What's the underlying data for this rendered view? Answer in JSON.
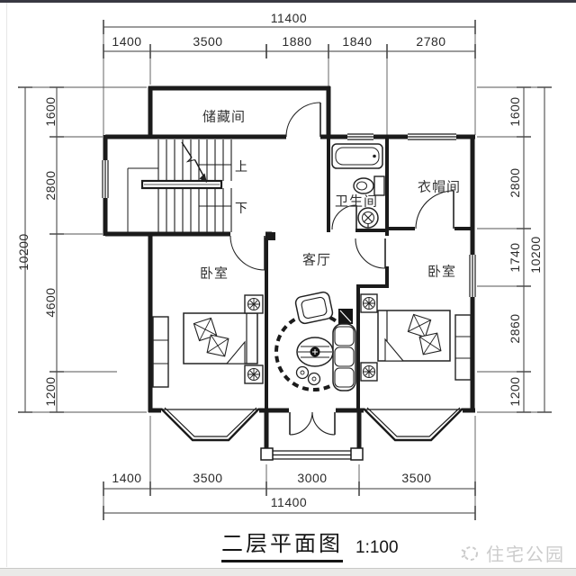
{
  "title_block": {
    "title": "二层平面图",
    "scale": "1:100"
  },
  "watermark": {
    "text": "住宅公园"
  },
  "rooms": {
    "storage": "储藏间",
    "bathroom": "卫生间",
    "cloakroom": "衣帽间",
    "bedroom_left": "卧室",
    "living_room": "客厅",
    "bedroom_right": "卧室"
  },
  "stairs": {
    "up": "上",
    "down": "下"
  },
  "dimensions": {
    "top": {
      "total": "11400",
      "segments": [
        "1400",
        "3500",
        "1880",
        "1840",
        "2780"
      ]
    },
    "bottom": {
      "total": "11400",
      "segments": [
        "1400",
        "3500",
        "3000",
        "3500"
      ]
    },
    "left": {
      "total": "10200",
      "segments": [
        "1600",
        "2800",
        "4600",
        "1200"
      ]
    },
    "right": {
      "total": "10200",
      "segments": [
        "1600",
        "2800",
        "1740",
        "2860",
        "1200"
      ]
    }
  },
  "colors": {
    "wall": "#1b1b1b",
    "dim_line": "#3a3a3a",
    "text": "#2b2b2b",
    "watermark": "#cccccc",
    "footer_bar": "#eaeae8"
  }
}
